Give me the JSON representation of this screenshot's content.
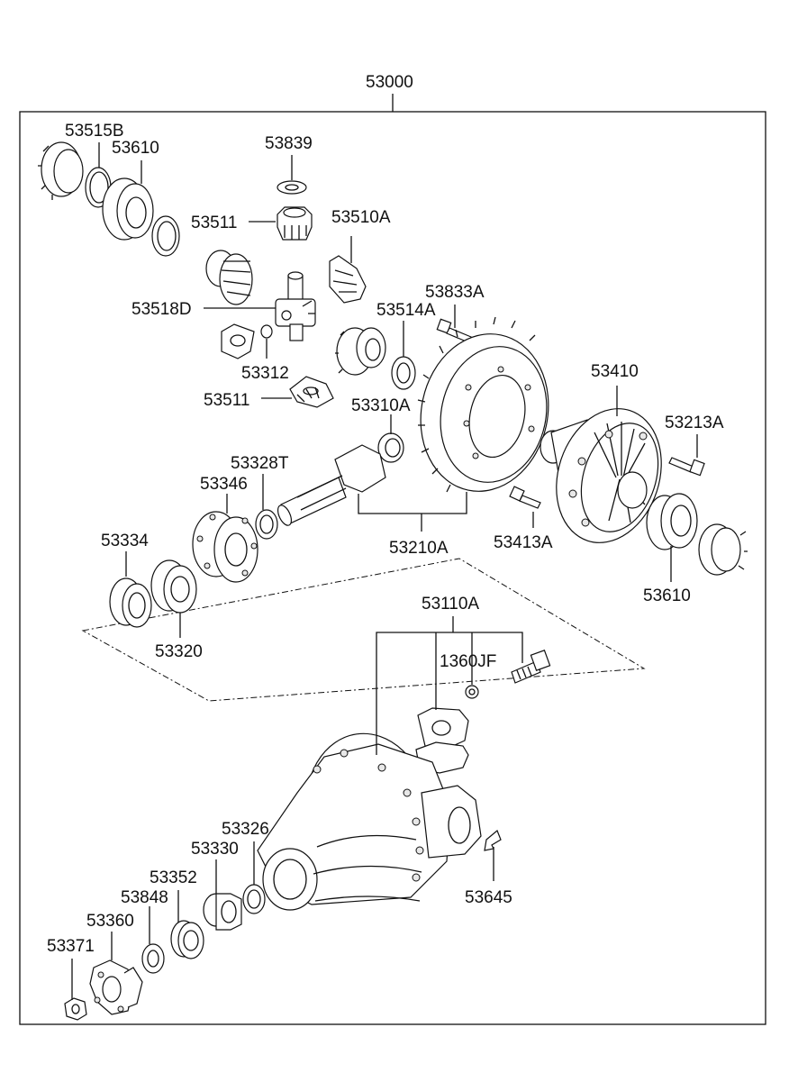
{
  "assembly": {
    "part_number": "53000"
  },
  "parts": [
    {
      "id": "p-53515B",
      "label": "53515B",
      "icon": "bearing-cup-icon"
    },
    {
      "id": "p-53610a",
      "label": "53610",
      "icon": "bearing-icon"
    },
    {
      "id": "p-53839",
      "label": "53839",
      "icon": "washer-icon"
    },
    {
      "id": "p-53511a",
      "label": "53511",
      "icon": "pinion-gear-icon"
    },
    {
      "id": "p-53510A",
      "label": "53510A",
      "icon": "side-gear-icon"
    },
    {
      "id": "p-53518D",
      "label": "53518D",
      "icon": "spider-shaft-icon"
    },
    {
      "id": "p-53833A",
      "label": "53833A",
      "icon": "bolt-icon"
    },
    {
      "id": "p-53514A",
      "label": "53514A",
      "icon": "thrust-washer-icon"
    },
    {
      "id": "p-53312",
      "label": "53312",
      "icon": "snap-ring-icon"
    },
    {
      "id": "p-53511b",
      "label": "53511",
      "icon": "pinion-gear-icon"
    },
    {
      "id": "p-53310A",
      "label": "53310A",
      "icon": "pilot-bearing-icon"
    },
    {
      "id": "p-53410",
      "label": "53410",
      "icon": "differential-case-icon"
    },
    {
      "id": "p-53213A",
      "label": "53213A",
      "icon": "bolt-icon"
    },
    {
      "id": "p-53328T",
      "label": "53328T",
      "icon": "shim-icon"
    },
    {
      "id": "p-53346",
      "label": "53346",
      "icon": "bearing-retainer-icon"
    },
    {
      "id": "p-53334",
      "label": "53334",
      "icon": "bearing-cup-icon"
    },
    {
      "id": "p-53210A",
      "label": "53210A",
      "icon": "ring-and-pinion-icon"
    },
    {
      "id": "p-53413A",
      "label": "53413A",
      "icon": "bolt-icon"
    },
    {
      "id": "p-53610b",
      "label": "53610",
      "icon": "bearing-icon"
    },
    {
      "id": "p-53320",
      "label": "53320",
      "icon": "bearing-icon"
    },
    {
      "id": "p-53110A",
      "label": "53110A",
      "icon": "carrier-housing-icon"
    },
    {
      "id": "p-1360JF",
      "label": "1360JF",
      "icon": "bolt-icon"
    },
    {
      "id": "p-53326",
      "label": "53326",
      "icon": "shim-icon"
    },
    {
      "id": "p-53330",
      "label": "53330",
      "icon": "spacer-icon"
    },
    {
      "id": "p-53352",
      "label": "53352",
      "icon": "bearing-icon"
    },
    {
      "id": "p-53848",
      "label": "53848",
      "icon": "oil-seal-icon"
    },
    {
      "id": "p-53645",
      "label": "53645",
      "icon": "clip-icon"
    },
    {
      "id": "p-53360",
      "label": "53360",
      "icon": "companion-flange-icon"
    },
    {
      "id": "p-53371",
      "label": "53371",
      "icon": "nut-icon"
    }
  ]
}
